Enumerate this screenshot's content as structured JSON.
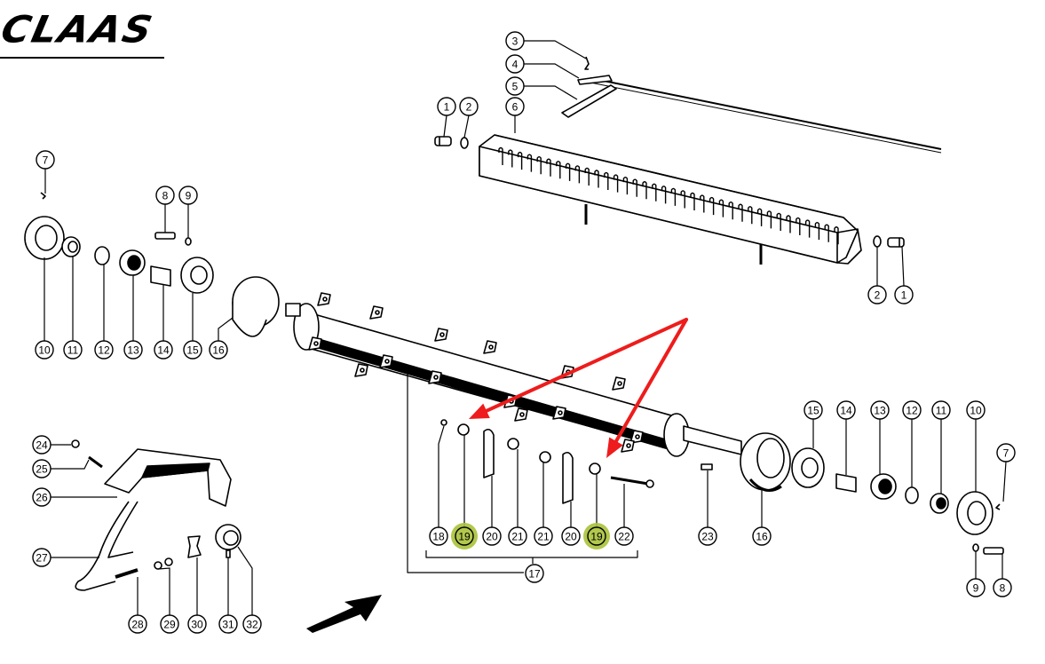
{
  "brand": {
    "logo_text": "CLAAS"
  },
  "diagram": {
    "type": "exploded-parts-diagram",
    "subject": "Straw walker / beater shaft assembly",
    "highlight_color": "#a8c23a",
    "arrow_color": "#ee1c1c",
    "callouts": [
      {
        "id": "c1a",
        "label": "1",
        "group": "top-left-bolt"
      },
      {
        "id": "c2a",
        "label": "2",
        "group": "top-left-washer"
      },
      {
        "id": "c3",
        "label": "3",
        "group": "pin"
      },
      {
        "id": "c4",
        "label": "4",
        "group": "clip"
      },
      {
        "id": "c5",
        "label": "5",
        "group": "lever"
      },
      {
        "id": "c6",
        "label": "6",
        "group": "grate"
      },
      {
        "id": "c2b",
        "label": "2",
        "group": "right-washer"
      },
      {
        "id": "c1b",
        "label": "1",
        "group": "right-bolt"
      },
      {
        "id": "c7a",
        "label": "7",
        "group": "left-grease-nipple"
      },
      {
        "id": "c8a",
        "label": "8",
        "group": "left-bolt"
      },
      {
        "id": "c9a",
        "label": "9",
        "group": "left-washer"
      },
      {
        "id": "c10a",
        "label": "10",
        "group": "left-housing"
      },
      {
        "id": "c11a",
        "label": "11",
        "group": "left-collar"
      },
      {
        "id": "c12a",
        "label": "12",
        "group": "left-circlip"
      },
      {
        "id": "c13a",
        "label": "13",
        "group": "left-bearing"
      },
      {
        "id": "c14a",
        "label": "14",
        "group": "left-sleeve"
      },
      {
        "id": "c15a",
        "label": "15",
        "group": "left-flange"
      },
      {
        "id": "c16a",
        "label": "16",
        "group": "left-ring"
      },
      {
        "id": "c18",
        "label": "18",
        "group": "nut"
      },
      {
        "id": "c19a",
        "label": "19",
        "group": "lock-nut",
        "highlighted": true
      },
      {
        "id": "c20a",
        "label": "20",
        "group": "tine"
      },
      {
        "id": "c21a",
        "label": "21",
        "group": "spring-washer"
      },
      {
        "id": "c21b",
        "label": "21",
        "group": "spring-washer"
      },
      {
        "id": "c20b",
        "label": "20",
        "group": "tine"
      },
      {
        "id": "c19b",
        "label": "19",
        "group": "lock-nut",
        "highlighted": true
      },
      {
        "id": "c22",
        "label": "22",
        "group": "bolt"
      },
      {
        "id": "c17",
        "label": "17",
        "group": "tine-kit"
      },
      {
        "id": "c23",
        "label": "23",
        "group": "key"
      },
      {
        "id": "c16b",
        "label": "16",
        "group": "right-ring"
      },
      {
        "id": "c15b",
        "label": "15",
        "group": "right-flange"
      },
      {
        "id": "c14b",
        "label": "14",
        "group": "right-sleeve"
      },
      {
        "id": "c13b",
        "label": "13",
        "group": "right-bearing"
      },
      {
        "id": "c12b",
        "label": "12",
        "group": "right-circlip"
      },
      {
        "id": "c11b",
        "label": "11",
        "group": "right-collar"
      },
      {
        "id": "c10b",
        "label": "10",
        "group": "right-housing"
      },
      {
        "id": "c7b",
        "label": "7",
        "group": "right-grease-nipple"
      },
      {
        "id": "c9b",
        "label": "9",
        "group": "right-washer"
      },
      {
        "id": "c8b",
        "label": "8",
        "group": "right-bolt"
      },
      {
        "id": "c24",
        "label": "24",
        "group": "nut"
      },
      {
        "id": "c25",
        "label": "25",
        "group": "screw"
      },
      {
        "id": "c26",
        "label": "26",
        "group": "cover"
      },
      {
        "id": "c27",
        "label": "27",
        "group": "cable"
      },
      {
        "id": "c28",
        "label": "28",
        "group": "sensor"
      },
      {
        "id": "c29",
        "label": "29",
        "group": "nuts"
      },
      {
        "id": "c30",
        "label": "30",
        "group": "bracket"
      },
      {
        "id": "c31",
        "label": "31",
        "group": "pin"
      },
      {
        "id": "c32",
        "label": "32",
        "group": "magnet"
      }
    ]
  }
}
